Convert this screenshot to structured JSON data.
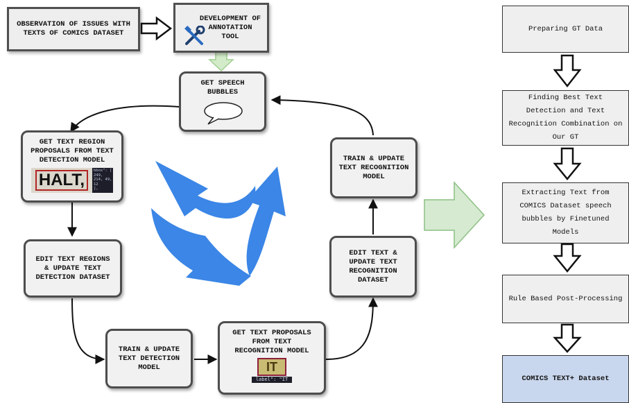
{
  "left_flow": {
    "observation": "OBSERVATION OF ISSUES WITH\nTEXTS OF COMICS DATASET",
    "annotation_tool": "DEVELOPMENT OF\nANNOTATION\nTOOL",
    "speech_bubbles": "GET SPEECH\nBUBBLES",
    "detection_proposals": "GET TEXT REGION\nPROPOSALS FROM TEXT\nDETECTION MODEL",
    "edit_regions": "EDIT TEXT REGIONS\n& UPDATE TEXT\nDETECTION DATASET",
    "train_detection": "TRAIN & UPDATE\nTEXT DETECTION\nMODEL",
    "recognition_proposals": "GET TEXT PROPOSALS\nFROM TEXT\nRECOGNITION MODEL",
    "edit_text": "EDIT TEXT &\nUPDATE TEXT\nRECOGNITION\nDATASET",
    "train_recognition": "TRAIN & UPDATE\nTEXT RECOGNITION\nMODEL"
  },
  "samples": {
    "halt_word": "HALT,",
    "halt_json": "bbox\": [\n249,\n214, 49,\n12\n],",
    "it_word": "IT",
    "it_json": "label\": \"IT"
  },
  "right_flow": {
    "steps": [
      "Preparing GT Data",
      "Finding Best Text\nDetection and Text\nRecognition Combination on\nOur GT",
      "Extracting Text from\nCOMICS Dataset speech\nbubbles by Finetuned\nModels",
      "Rule Based Post-Processing",
      "COMICS TEXT+ Dataset"
    ]
  },
  "colors": {
    "box_border": "#4d4d4d",
    "box_fill": "#f1f1f1",
    "cycle_blue": "#3b86e6",
    "big_arrow_fill": "#d5ead0",
    "big_arrow_stroke": "#8cc084",
    "final_box_fill": "#c9d7ee"
  },
  "icons": [
    "hollow-right-arrow-icon",
    "wrench-screwdriver-icon",
    "speech-bubble-icon",
    "recycle-cycle-icon",
    "hollow-down-arrow-icon"
  ]
}
